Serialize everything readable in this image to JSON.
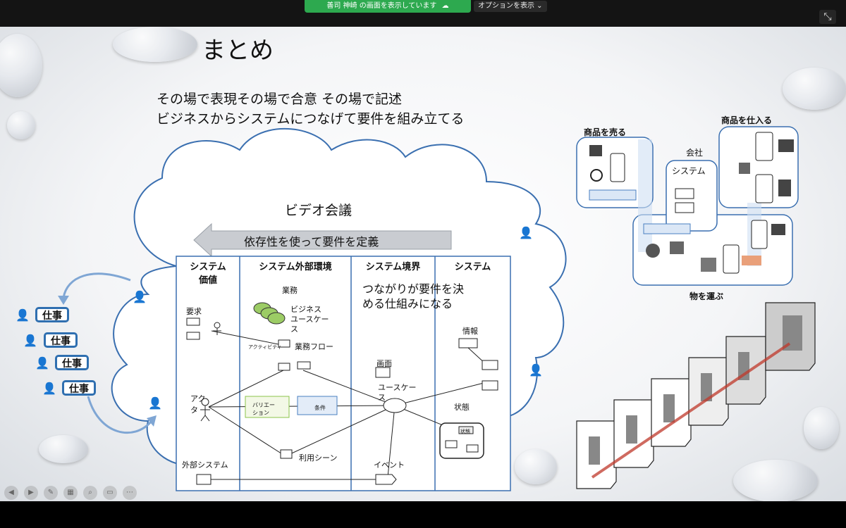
{
  "viewer": {
    "share_status": "善司 神崎 の画面を表示しています",
    "options_label": "オプションを表示 ⌄",
    "fullscreen_icon": "exit-fullscreen-icon"
  },
  "slide": {
    "title": "まとめ",
    "subtitle_line1": "その場で表現その場で合意  その場で記述",
    "subtitle_line2": "ビジネスからシステムにつなげて要件を組み立てる",
    "cloud_title": "ビデオ会議",
    "arrow_text": "依存性を使って要件を定義",
    "jobs": [
      "仕事",
      "仕事",
      "仕事",
      "仕事"
    ],
    "table": {
      "col1": "システム\n価値",
      "col2": "システム外部環境",
      "col3": "システム境界",
      "col4": "システム",
      "boundary_note": "つながりが要件を決\nめる仕組みになる",
      "labels": {
        "requirement": "要求",
        "actor": "アク\nタ",
        "external_system": "外部システム",
        "business": "業務",
        "business_usecase": "ビジネス\nユースケー\nス",
        "business_flow": "業務フロー",
        "activity": "アクティビティ",
        "variation": "バリエー\nション",
        "condition": "条件",
        "usage_scene": "利用シーン",
        "screen": "画面",
        "usecase": "ユースケー\nス",
        "event": "イベント",
        "info": "情報",
        "state": "状態",
        "state_small": "状態"
      }
    },
    "right_diagram": {
      "sell_label": "商品を売る",
      "purchase_label": "商品を仕入る",
      "company_label": "会社",
      "system_label": "システム",
      "transport_label": "物を運ぶ"
    }
  },
  "colors": {
    "accent_blue": "#2f6fb0",
    "box_blue": "#4a7fc1",
    "share_green": "#2da94f",
    "red_line": "#c0392b"
  },
  "toolbar_icons": [
    "prev-icon",
    "next-icon",
    "pen-icon",
    "grid-icon",
    "search-icon",
    "subtitles-icon",
    "more-icon"
  ]
}
